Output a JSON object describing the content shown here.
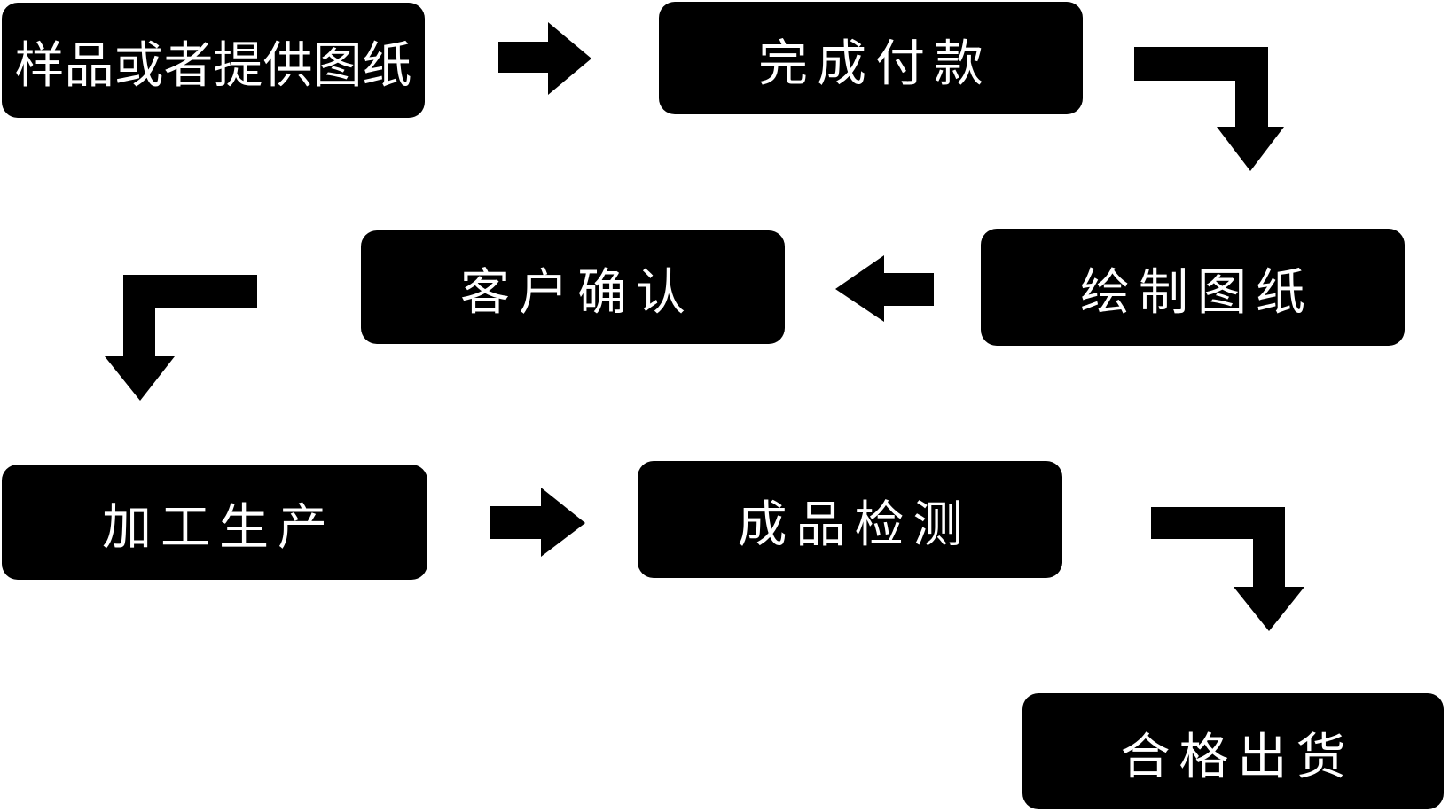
{
  "diagram": {
    "type": "flowchart",
    "background_color": "#ffffff",
    "node_fill_color": "#000000",
    "node_text_color": "#ffffff",
    "arrow_color": "#000000",
    "nodes": {
      "sample": {
        "label": "样品或者提供图纸"
      },
      "payment": {
        "label": "完成付款"
      },
      "draw": {
        "label": "绘制图纸"
      },
      "confirm": {
        "label": "客户确认"
      },
      "production": {
        "label": "加工生产"
      },
      "inspection": {
        "label": "成品检测"
      },
      "shipment": {
        "label": "合格出货"
      }
    },
    "edges": [
      {
        "from": "样品或者提供图纸",
        "to": "完成付款",
        "shape": "straight-right"
      },
      {
        "from": "完成付款",
        "to": "绘制图纸",
        "shape": "elbow-right-down"
      },
      {
        "from": "绘制图纸",
        "to": "客户确认",
        "shape": "straight-left"
      },
      {
        "from": "客户确认",
        "to": "加工生产",
        "shape": "elbow-left-down"
      },
      {
        "from": "加工生产",
        "to": "成品检测",
        "shape": "straight-right"
      },
      {
        "from": "成品检测",
        "to": "合格出货",
        "shape": "elbow-right-down"
      }
    ]
  }
}
